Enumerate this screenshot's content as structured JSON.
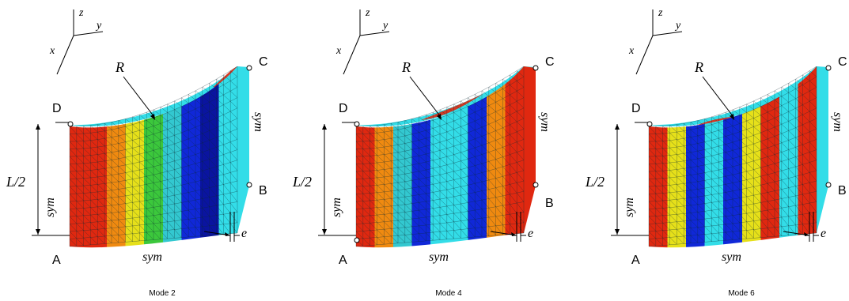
{
  "colors": {
    "mesh_base": "#33dde8",
    "mesh_line": "#0b2a33",
    "red": "#e02810",
    "orange": "#f08a10",
    "yellow": "#e6e01a",
    "green": "#3cc83c",
    "blue": "#1028d8",
    "dark_blue": "#0a14a0"
  },
  "labels": {
    "axis_z": "z",
    "axis_y": "y",
    "axis_x": "x",
    "radius": "R",
    "half_length": "L/2",
    "sym": "sym",
    "thickness": "e",
    "corner_a": "A",
    "corner_b": "B",
    "corner_c": "C",
    "corner_d": "D"
  },
  "panels": [
    {
      "caption": "Mode 2",
      "color_bands": [
        "#e02810",
        "#e02810",
        "#f08a10",
        "#e6e01a",
        "#3cc83c",
        "#33c8d0",
        "#1028d8",
        "#0a14a0",
        "#33dde8"
      ],
      "crest_color": "#e02810"
    },
    {
      "caption": "Mode 4",
      "color_bands": [
        "#e02810",
        "#f08a10",
        "#33c8d0",
        "#1028d8",
        "#33dde8",
        "#33dde8",
        "#1028d8",
        "#f08a10",
        "#e02810"
      ],
      "crest_color": "#e02810"
    },
    {
      "caption": "Mode 6",
      "color_bands": [
        "#e02810",
        "#e6e01a",
        "#1028d8",
        "#33dde8",
        "#1028d8",
        "#e6e01a",
        "#e02810",
        "#33dde8",
        "#e02810"
      ],
      "crest_color": "#e02810"
    }
  ]
}
